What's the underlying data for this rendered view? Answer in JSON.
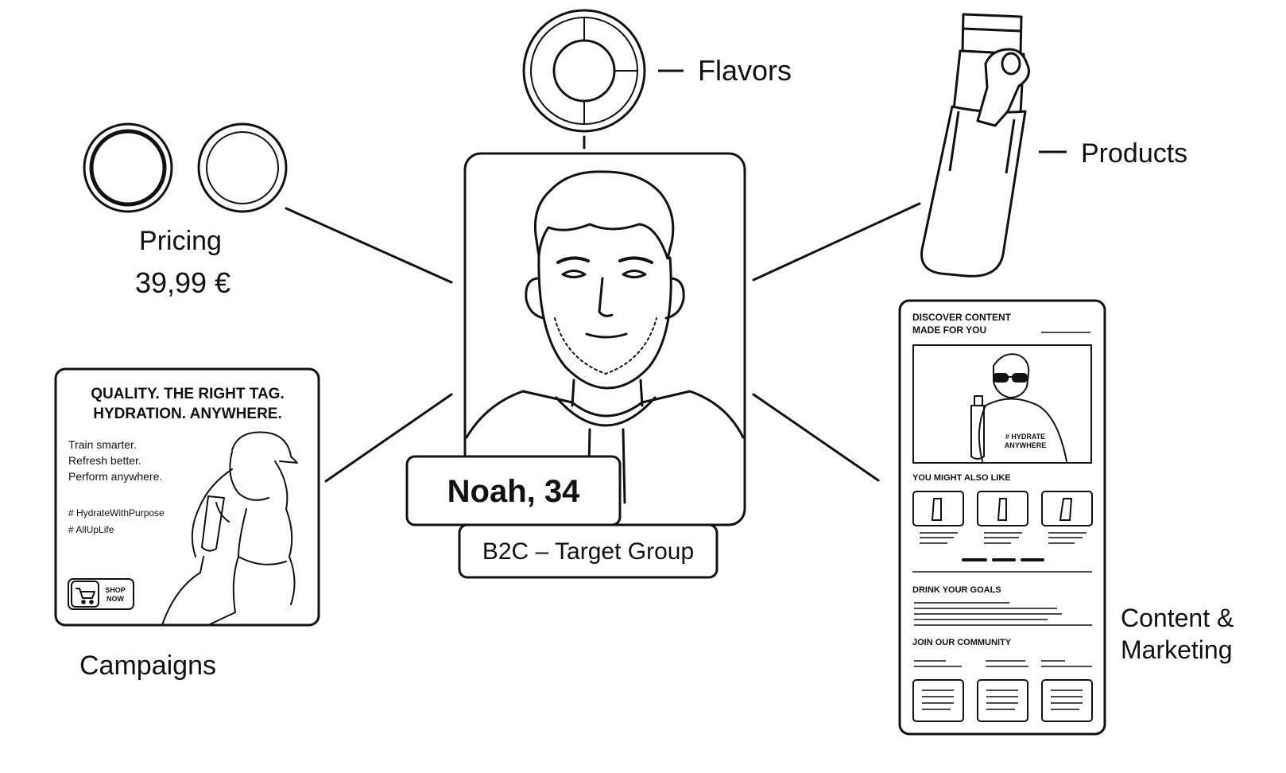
{
  "persona": {
    "name": "Noah, 34",
    "group": "B2C – Target Group"
  },
  "labels": {
    "flavors": "Flavors",
    "products": "Products",
    "pricing": "Pricing",
    "price": "39,99 €",
    "campaigns": "Campaigns",
    "content_line1": "Content &",
    "content_line2": "Marketing"
  },
  "campaign_ad": {
    "headline_line1": "QUALITY. THE RIGHT TAG.",
    "headline_line2": "HYDRATION. ANYWHERE.",
    "body_lines": [
      "Train smarter.",
      "Refresh better.",
      "Perform anywhere."
    ],
    "hashtags": [
      "# HydrateWithPurpose",
      "# AllUpLife"
    ],
    "shop_line1": "SHOP",
    "shop_line2": "NOW"
  },
  "content_panel": {
    "heading_line1": "DISCOVER CONTENT",
    "heading_line2": "MADE FOR YOU",
    "shirt_line1": "# HYDRATE",
    "shirt_line2": "ANYWHERE",
    "section_also_like": "YOU MIGHT ALSO LIKE",
    "section_drink_goals": "DRINK YOUR GOALS",
    "section_community": "JOIN OUR COMMUNITY"
  },
  "icons": {
    "cart": "shopping-cart-icon",
    "bottle": "water-bottle-icon",
    "flavor_pod": "flavor-pod-icon",
    "pricing_pods": "pricing-pod-icon"
  },
  "colors": {
    "ink": "#111111",
    "background": "#ffffff"
  }
}
